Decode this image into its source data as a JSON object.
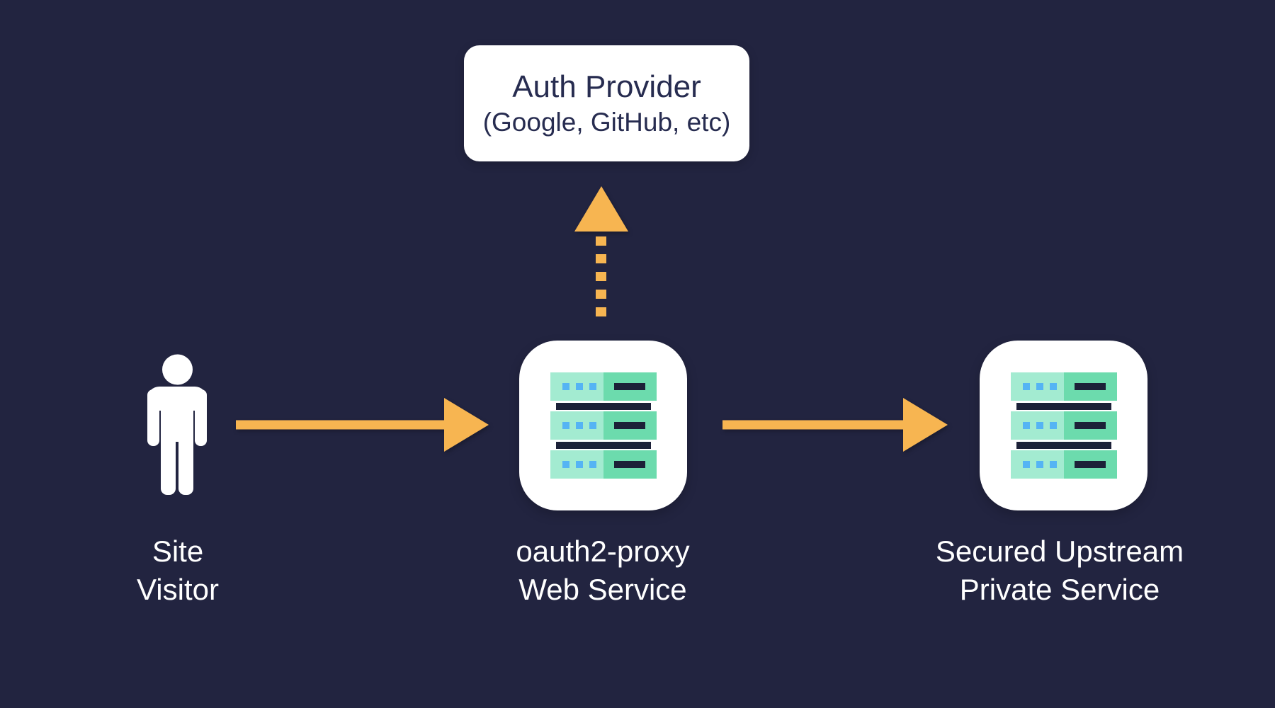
{
  "diagram": {
    "title_hint": "oauth2-proxy architecture diagram",
    "auth_provider": {
      "title": "Auth Provider",
      "subtitle": "(Google, GitHub, etc)"
    },
    "nodes": [
      {
        "id": "site-visitor",
        "icon": "person-icon",
        "label_line1": "Site",
        "label_line2": "Visitor"
      },
      {
        "id": "oauth2-proxy",
        "icon": "server-icon",
        "label_line1": "oauth2-proxy",
        "label_line2": "Web Service"
      },
      {
        "id": "secured-upstream",
        "icon": "server-icon",
        "label_line1": "Secured Upstream",
        "label_line2": "Private Service"
      }
    ],
    "edges": [
      {
        "from": "site-visitor",
        "to": "oauth2-proxy",
        "style": "solid",
        "direction": "right",
        "icon": "arrow-right-icon"
      },
      {
        "from": "oauth2-proxy",
        "to": "secured-upstream",
        "style": "solid",
        "direction": "right",
        "icon": "arrow-right-icon"
      },
      {
        "from": "oauth2-proxy",
        "to": "auth-provider",
        "style": "dashed",
        "direction": "up",
        "icon": "arrow-up-dashed-icon"
      }
    ],
    "colors": {
      "background": "#222440",
      "arrow_orange": "#f7b551",
      "node_white": "#ffffff",
      "text_navy": "#272c50",
      "text_white": "#ffffff",
      "server_light_green": "#a3ebd1",
      "server_green": "#6cdbad",
      "server_led_blue": "#55b4f4",
      "server_dark": "#1c2138"
    }
  }
}
